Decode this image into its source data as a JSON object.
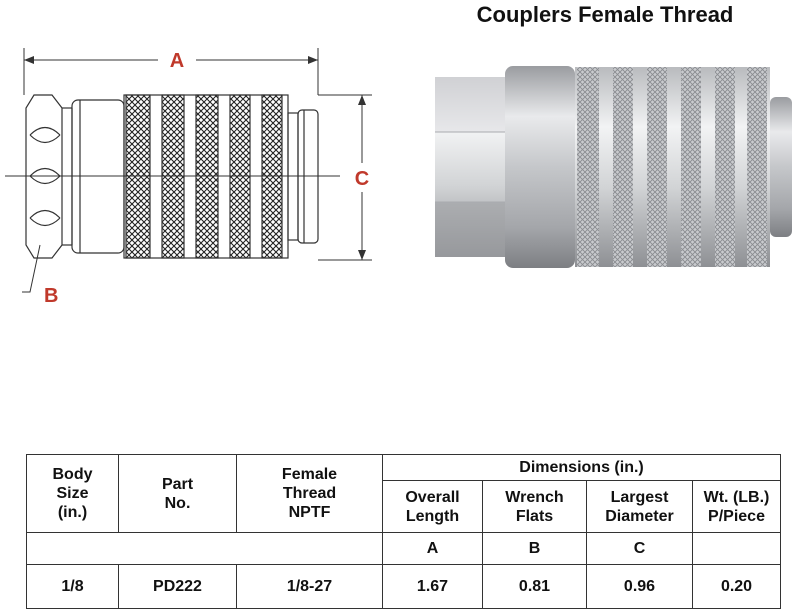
{
  "title": "Couplers Female Thread",
  "diagram": {
    "label_a": "A",
    "label_b": "B",
    "label_c": "C"
  },
  "table": {
    "group_header": "Dimensions (in.)",
    "headers": {
      "body_size": "Body\nSize\n(in.)",
      "part_no": "Part\nNo.",
      "female_thread": "Female\nThread\nNPTF",
      "overall_length": "Overall\nLength",
      "wrench_flats": "Wrench\nFlats",
      "largest_diameter": "Largest\nDiameter",
      "weight": "Wt. (LB.)\nP/Piece"
    },
    "dim_keys": [
      "A",
      "B",
      "C"
    ],
    "row": {
      "body_size": "1/8",
      "part_no": "PD222",
      "female_thread": "1/8-27",
      "overall_length": "1.67",
      "wrench_flats": "0.81",
      "largest_diameter": "0.96",
      "weight": "0.20"
    }
  },
  "colors": {
    "dimension_label": "#c0392b",
    "metal_light": "#e6e7e9",
    "metal_dark": "#8f9195"
  }
}
